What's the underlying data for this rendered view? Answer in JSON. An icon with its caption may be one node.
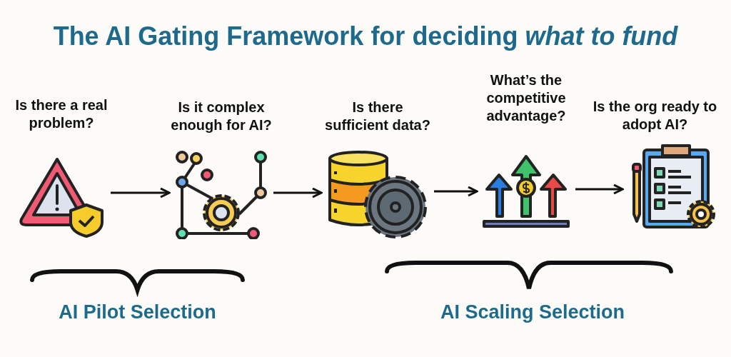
{
  "diagram": {
    "title": "The AI Gating Framework for deciding *what to fund*",
    "nodes": [
      {
        "text": [
          "Is there a real problem?"
        ]
      },
      {
        "text": [
          "Is it complex enough for AI?"
        ]
      },
      {
        "text": [
          "Is there sufficient data?"
        ]
      },
      {
        "text": [
          "What’s the competitive advantage?"
        ]
      },
      {
        "text": [
          "Is the org ready to adopt AI?"
        ]
      }
    ],
    "edges": [
      {
        "from": 0,
        "to": 1,
        "arrow": "to"
      },
      {
        "from": 1,
        "to": 2,
        "arrow": "to"
      },
      {
        "from": 2,
        "to": 3,
        "arrow": "to"
      },
      {
        "from": 3,
        "to": 4,
        "arrow": "to"
      }
    ],
    "labels": [
      "AI Pilot Selection",
      "AI Scaling Selection"
    ]
  }
}
